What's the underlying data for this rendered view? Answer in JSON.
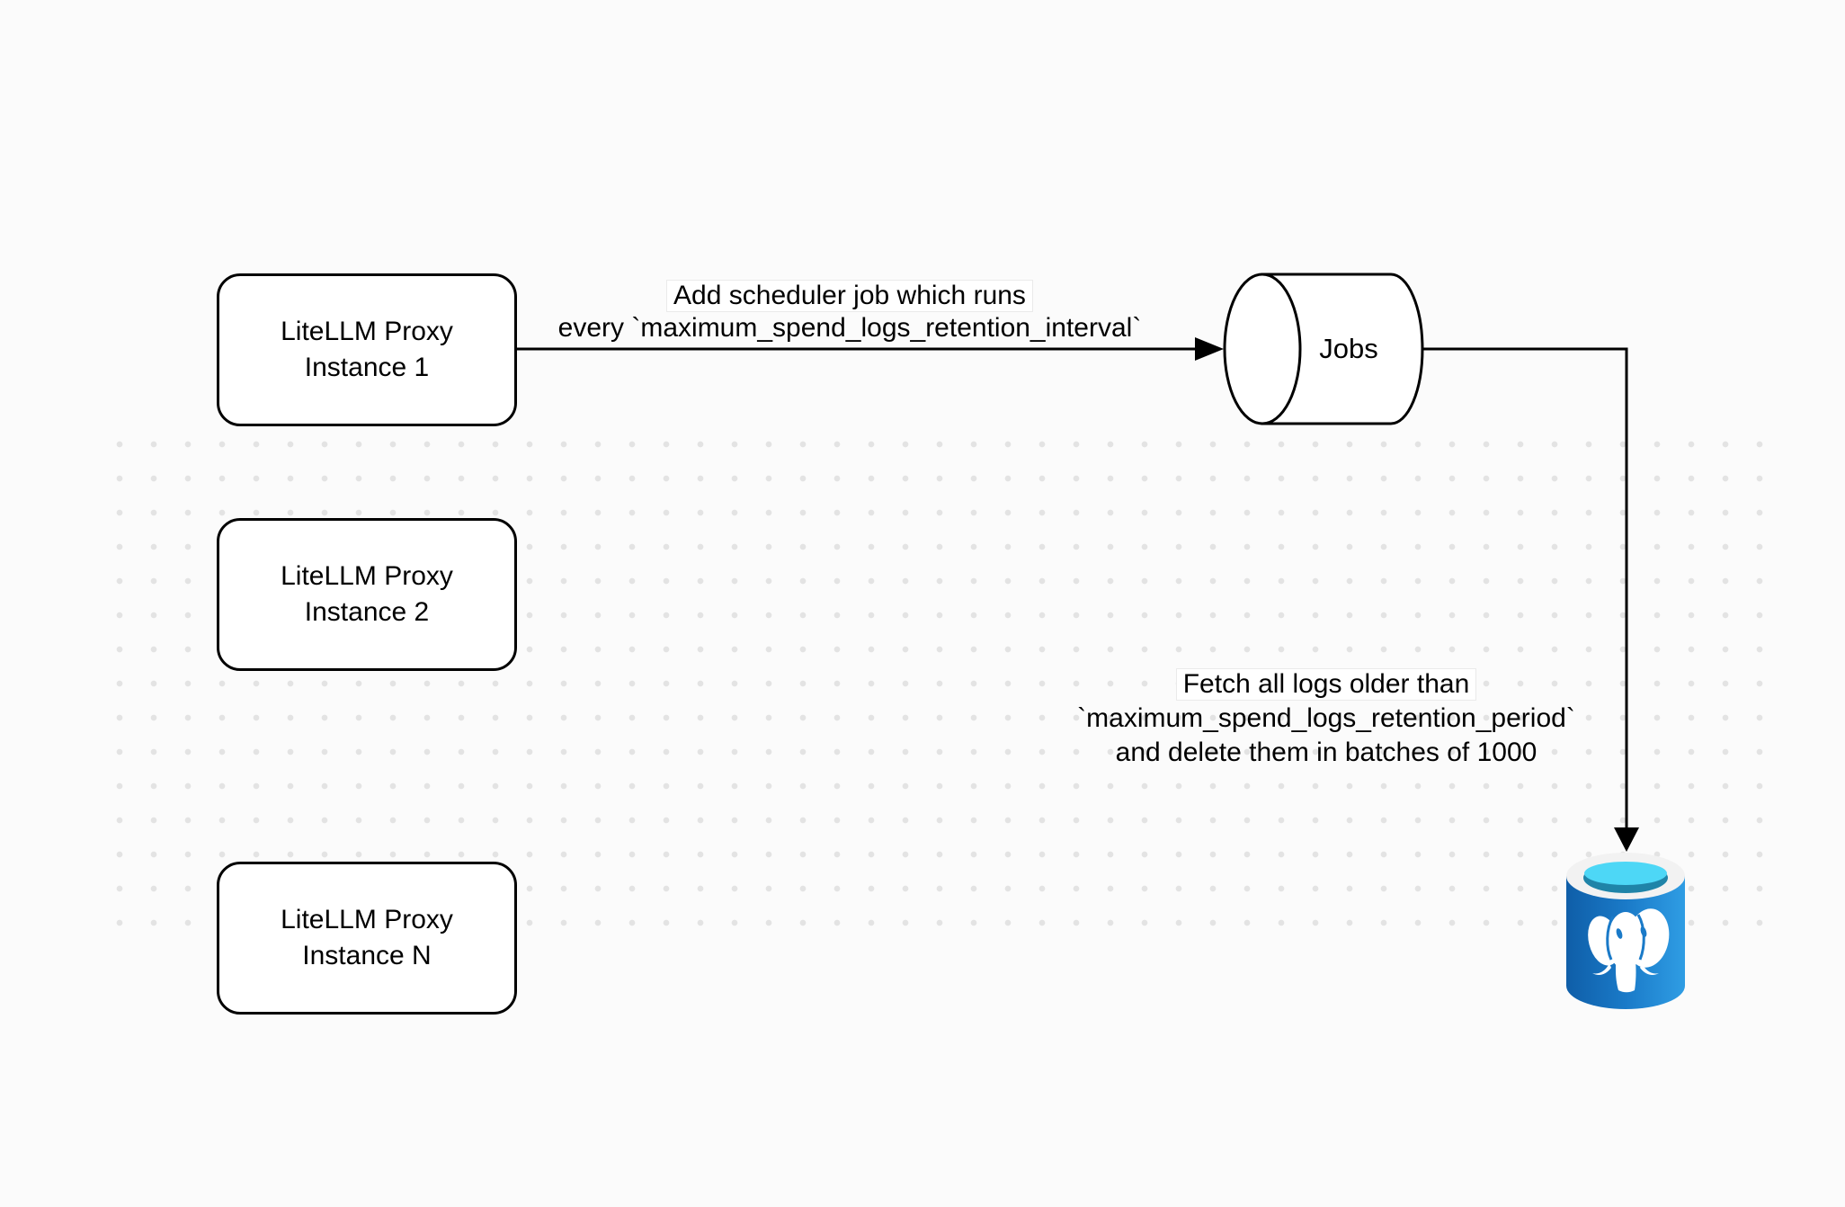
{
  "diagram": {
    "title_hint": "LiteLLM spend-log retention scheduler flow",
    "nodes": {
      "proxy_instances": [
        {
          "label": "LiteLLM Proxy\nInstance 1"
        },
        {
          "label": "LiteLLM Proxy\nInstance 2"
        },
        {
          "label": "LiteLLM Proxy\nInstance N"
        }
      ],
      "jobs_queue": {
        "label": "Jobs",
        "shape": "horizontal-cylinder"
      },
      "database": {
        "icon": "postgresql-database-icon"
      }
    },
    "edges": [
      {
        "from": "proxy-instance-1",
        "to": "jobs-queue",
        "label_lines": [
          "Add scheduler job which runs",
          "every `maximum_spend_logs_retention_interval`"
        ]
      },
      {
        "from": "jobs-queue",
        "to": "postgresql-database",
        "label_lines": [
          "Fetch all logs older than",
          "`maximum_spend_logs_retention_period`",
          "and delete them in batches of 1000"
        ]
      }
    ],
    "colors": {
      "canvas_bg": "#fbfbfb",
      "grid_dot": "#e3e3e3",
      "stroke": "#000000",
      "node_fill": "#ffffff",
      "postgres_blue_dark": "#0f5ea8",
      "postgres_blue": "#1a7ac8",
      "postgres_blue_light": "#2f9de4",
      "postgres_rim": "#f2f2f2",
      "postgres_cyan": "#4dd7f6",
      "postgres_teal": "#1f84a8",
      "elephant": "#ffffff"
    }
  }
}
